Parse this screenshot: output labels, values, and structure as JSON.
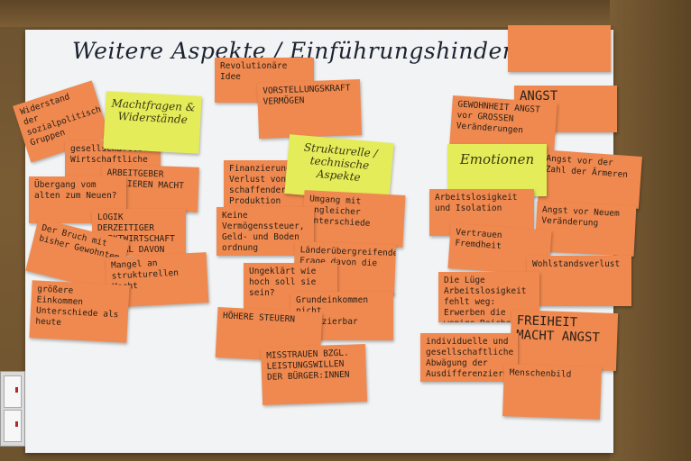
{
  "title": "Weitere Aspekte / Einführungshinderuisse",
  "notes": {
    "blank_top_right": "",
    "widerstand": "Widerstand der sozialpolitischen Gruppen",
    "machtfragen": "Machtfragen & Widerstände",
    "gesellschaftlich": "gesellschaftliche Wirtschaftliche",
    "arbeitgeber": "ARBEITGEBER VERLIEREN MACHT",
    "uebergang": "Übergang vom alten zum Neuen?",
    "logik": "LOGIK DERZEITIGER MARKTWIRTSCHAFT ZENTRAL DAVON",
    "bruch": "Der Bruch mit bisher Gewohntem",
    "mangel": "Mangel an strukturellen Macht",
    "einkommen": "größere Einkommen Unterschiede als heute",
    "revolutionaere": "Revolutionäre Idee",
    "vorstellungskraft": "VORSTELLUNGSKRAFT VERMÖGEN",
    "strukturelle": "Strukturelle / technische Aspekte",
    "finanzierung": "Finanzierung Verlust von schaffender Produktion",
    "umgang": "Umgang mit ungleicher Unterschiede",
    "keine_vermoegen": "Keine Vermögenssteuer, Geld- und Boden ordnung",
    "landes": "Länderübergreifende Frage davon die EU",
    "ungeklaert": "Ungeklärt wie hoch soll sie sein?",
    "grundeinkommen": "Grundeinkommen nicht finanzierbar",
    "hoehere_steuern": "HÖHERE STEUERN",
    "misstrauen": "MISSTRAUEN BZGL. LEISTUNGSWILLEN DER BÜRGER:INNEN",
    "angst": "ANGST",
    "gewohnheit": "GEWOHNHEIT ANGST vor GROSSEN Veränderungen",
    "emotionen": "Emotionen",
    "angst_vor": "Angst vor der Zahl der Ärmeren",
    "arbeitslosigkeit": "Arbeitslosigkeit und Isolation",
    "angst_neuem": "Angst vor Neuem Veränderung",
    "vertrauen": "Vertrauen Fremdheit",
    "wohlstand": "Wohlstandsverlust",
    "luege": "Die Lüge Arbeitslosigkeit fehlt weg: Erwerben die wenige Reiche",
    "freiheit": "FREIHEIT MACHT ANGST",
    "individuell": "individuelle und gesellschaftliche Abwägung der Ausdifferenzierung",
    "menschenbild": "Menschenbild"
  }
}
